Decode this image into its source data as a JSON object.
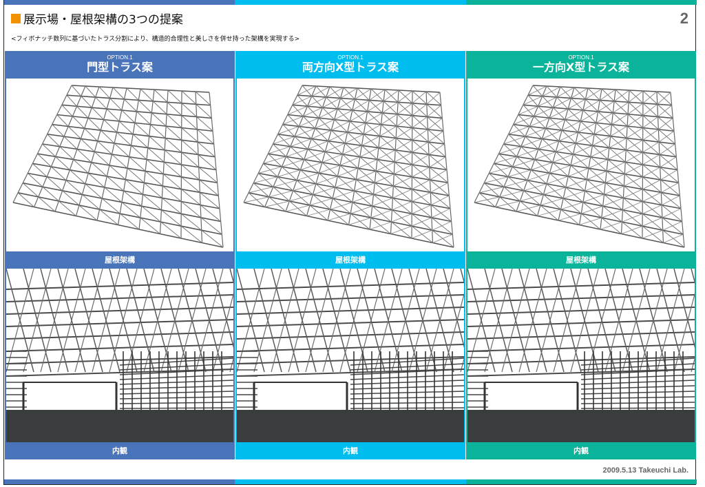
{
  "colors": {
    "blue": "#4a74b9",
    "cyan": "#00bdf0",
    "green": "#0ab399",
    "orange": "#f39200"
  },
  "header": {
    "title": "展示場・屋根架構の3つの提案",
    "page_number": "2",
    "subtitle": "<フィボナッチ数列に基づいたトラス分割により、構造的合理性と美しさを併せ持った架構を実現する>"
  },
  "options": [
    {
      "option": "OPTION.1",
      "name": "門型トラス案",
      "roof_label": "屋根架構",
      "interior_label": "内観",
      "color": "#4a74b9"
    },
    {
      "option": "OPTION.1",
      "name": "両方向X型トラス案",
      "roof_label": "屋根架構",
      "interior_label": "内観",
      "color": "#00bdf0"
    },
    {
      "option": "OPTION.1",
      "name": "一方向X型トラス案",
      "roof_label": "屋根架構",
      "interior_label": "内観",
      "color": "#0ab399"
    }
  ],
  "footer": {
    "credit": "2009.5.13 Takeuchi Lab."
  }
}
